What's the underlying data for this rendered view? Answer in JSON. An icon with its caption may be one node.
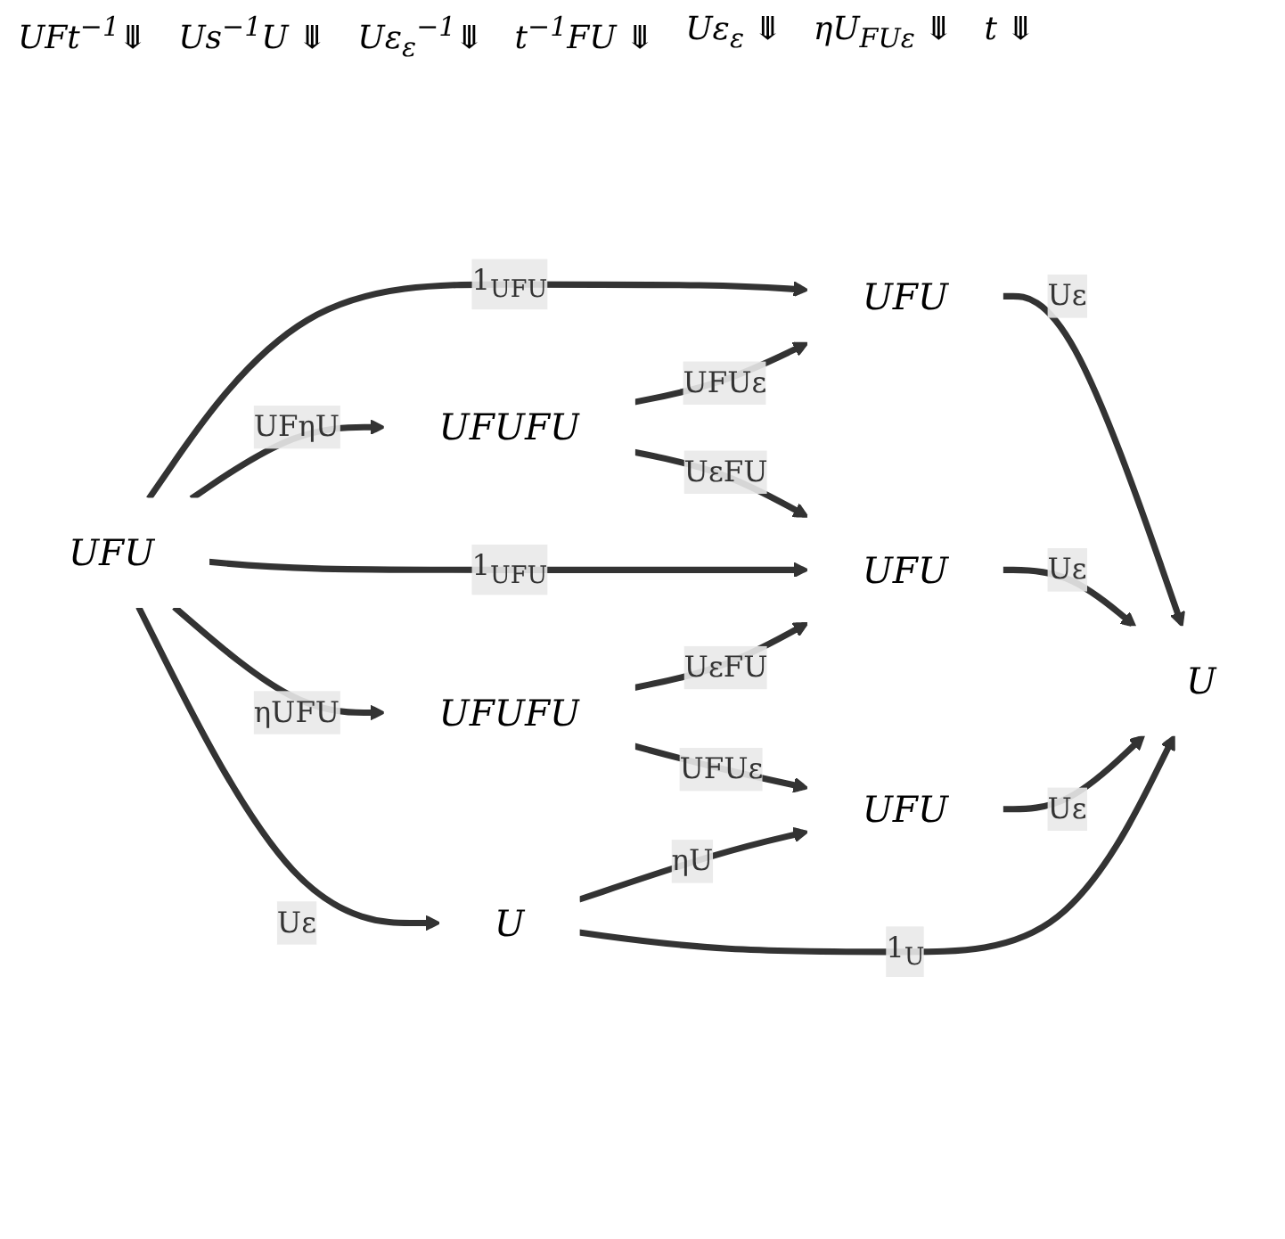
{
  "diagram": {
    "nodes": [
      {
        "text": [
          "UFU"
        ]
      },
      {
        "text": [
          "UFUFU"
        ]
      },
      {
        "text": [
          "UFU"
        ]
      },
      {
        "text": [
          "UFU"
        ]
      },
      {
        "text": [
          "U"
        ]
      },
      {
        "text": [
          "UFUFU"
        ]
      },
      {
        "text": [
          "UFU"
        ]
      },
      {
        "text": [
          "U"
        ]
      }
    ],
    "edges": [
      {
        "from": 0,
        "to": 2,
        "arrow": "to",
        "label": "1$_{UFU}$"
      },
      {
        "from": 0,
        "to": 1,
        "arrow": "to",
        "label": "UFηU"
      },
      {
        "from": 1,
        "to": 2,
        "arrow": "to",
        "label": "UFUε"
      },
      {
        "from": 1,
        "to": 3,
        "arrow": "to",
        "label": "UεFU"
      },
      {
        "from": 2,
        "to": 4,
        "arrow": "to",
        "label": "Uε"
      },
      {
        "from": 0,
        "to": 3,
        "arrow": "to",
        "label": "1$_{UFU}$"
      },
      {
        "from": 3,
        "to": 4,
        "arrow": "to",
        "label": "Uε"
      },
      {
        "from": 0,
        "to": 5,
        "arrow": "to",
        "label": "ηUFU"
      },
      {
        "from": 5,
        "to": 3,
        "arrow": "to",
        "label": "UεFU"
      },
      {
        "from": 5,
        "to": 6,
        "arrow": "to",
        "label": "UFUε"
      },
      {
        "from": 6,
        "to": 4,
        "arrow": "to",
        "label": "Uε"
      },
      {
        "from": 0,
        "to": 7,
        "arrow": "to",
        "label": "Uε"
      },
      {
        "from": 7,
        "to": 6,
        "arrow": "to",
        "label": "ηU"
      },
      {
        "from": 7,
        "to": 4,
        "arrow": "to",
        "label": "1$_{U}$"
      }
    ],
    "labels": [
      "UFt$^{−1}$⤋",
      "Us$^{−1}$U ⤋",
      "Uε$_{ε}$$^{−1}$⤋",
      "t$^{−1}$FU ⤋",
      "Uε$_{ε}$ ⤋",
      "ηU$_{FUε}$ ⤋",
      "t ⤋"
    ]
  }
}
